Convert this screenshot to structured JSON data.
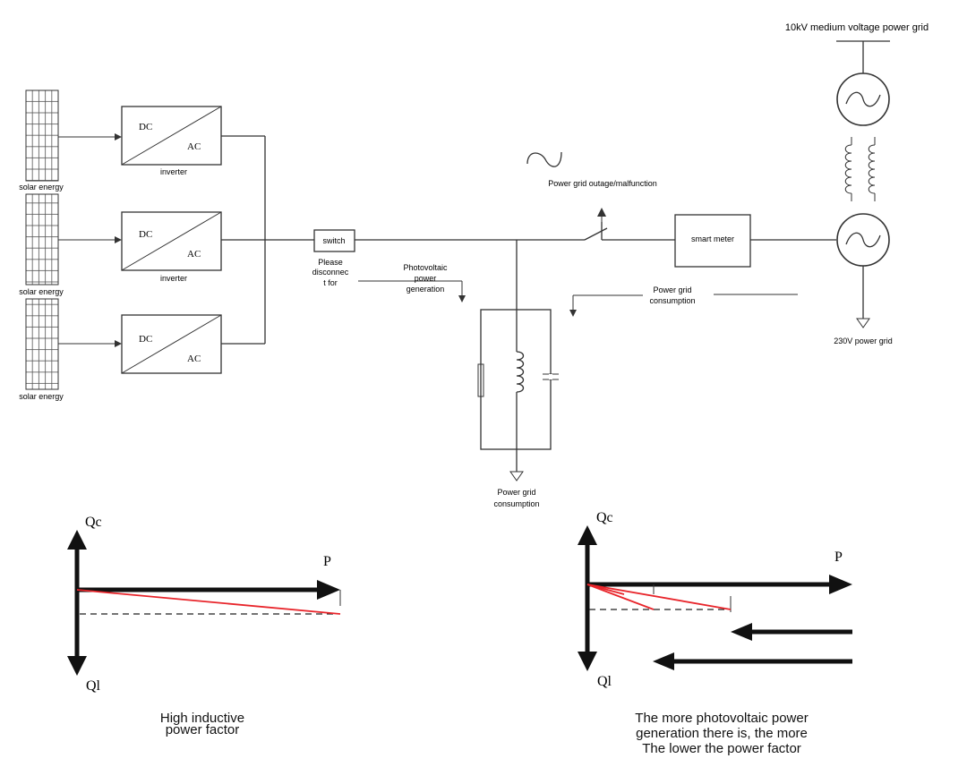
{
  "labels": {
    "solar_energy": "solar energy",
    "dc": "DC",
    "ac": "AC",
    "inverter": "inverter",
    "switch": "switch",
    "please_disconnect": [
      "Please",
      "disconnec",
      "t for"
    ],
    "pv_generation": [
      "Photovoltaic",
      "power",
      "generation"
    ],
    "grid_outage": "Power grid outage/malfunction",
    "smart_meter": "smart meter",
    "grid_consumption_right": [
      "Power grid",
      "consumption"
    ],
    "grid_consumption_bottom": [
      "Power grid",
      "consumption"
    ],
    "mv_grid": "10kV medium voltage power grid",
    "lv_grid": "230V power grid"
  },
  "phasor_left": {
    "qc": "Qc",
    "p": "P",
    "ql": "Ql",
    "caption": [
      "High inductive",
      "power factor"
    ]
  },
  "phasor_right": {
    "qc": "Qc",
    "p": "P",
    "ql": "Ql",
    "caption": [
      "The more photovoltaic power",
      "generation there is, the more",
      "The lower the power factor"
    ]
  },
  "colors": {
    "line": "#333333",
    "axis": "#111111",
    "vector": "#e8252b"
  }
}
